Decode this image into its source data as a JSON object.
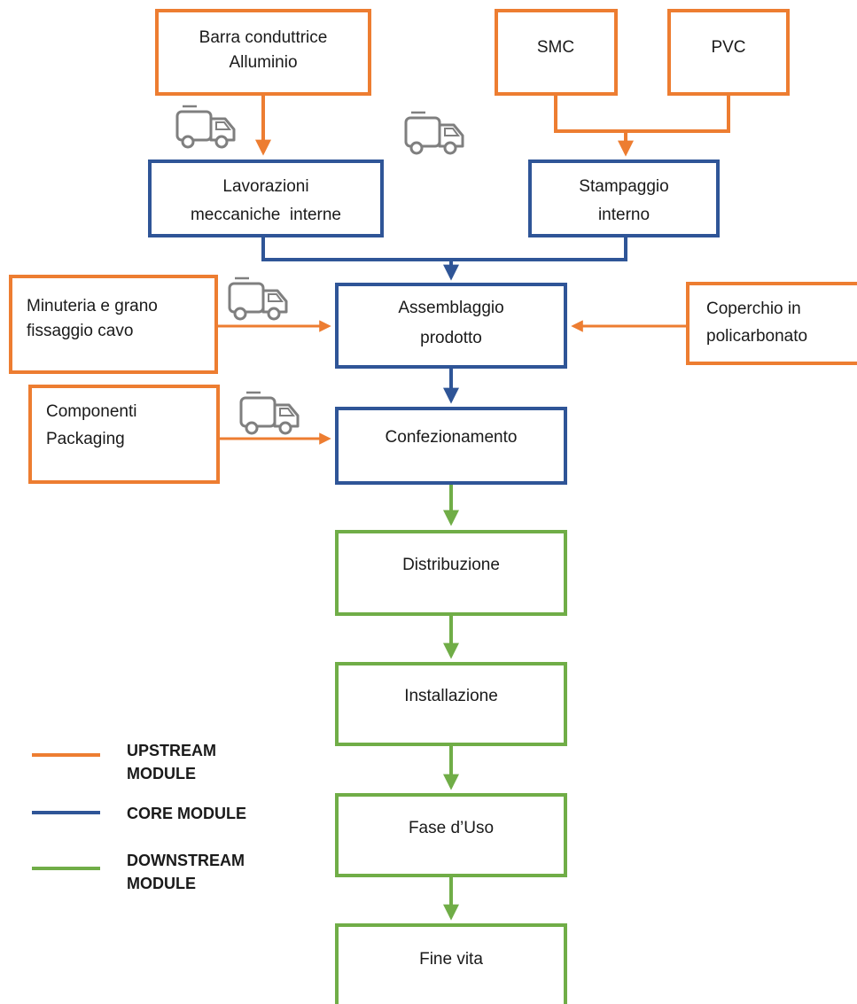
{
  "colors": {
    "upstream": "#ED7D31",
    "core": "#2F5597",
    "downstream": "#70AD47",
    "truck": "#7f7f7f"
  },
  "boxes": {
    "barra": [
      "Barra conduttrice",
      "Alluminio"
    ],
    "smc": [
      "SMC"
    ],
    "pvc": [
      "PVC"
    ],
    "lavorazioni": [
      "Lavorazioni",
      "meccaniche  interne"
    ],
    "stampaggio": [
      "Stampaggio",
      "interno"
    ],
    "minuteria": [
      "Minuteria e grano",
      "fissaggio cavo"
    ],
    "assemblaggio": [
      "Assemblaggio",
      "prodotto"
    ],
    "coperchio": [
      "Coperchio in",
      "policarbonato"
    ],
    "componenti": [
      "Componenti",
      "Packaging"
    ],
    "confezionamento": [
      "Confezionamento"
    ],
    "distribuzione": [
      "Distribuzione"
    ],
    "installazione": [
      "Installazione"
    ],
    "fase_uso": [
      "Fase d’Uso"
    ],
    "fine_vita": [
      "Fine vita"
    ]
  },
  "legend": {
    "upstream": [
      "UPSTREAM",
      "MODULE"
    ],
    "core": [
      "CORE MODULE"
    ],
    "downstream": [
      "DOWNSTREAM",
      "MODULE"
    ]
  },
  "icons": [
    "truck-icon",
    "truck-icon",
    "truck-icon",
    "truck-icon"
  ]
}
